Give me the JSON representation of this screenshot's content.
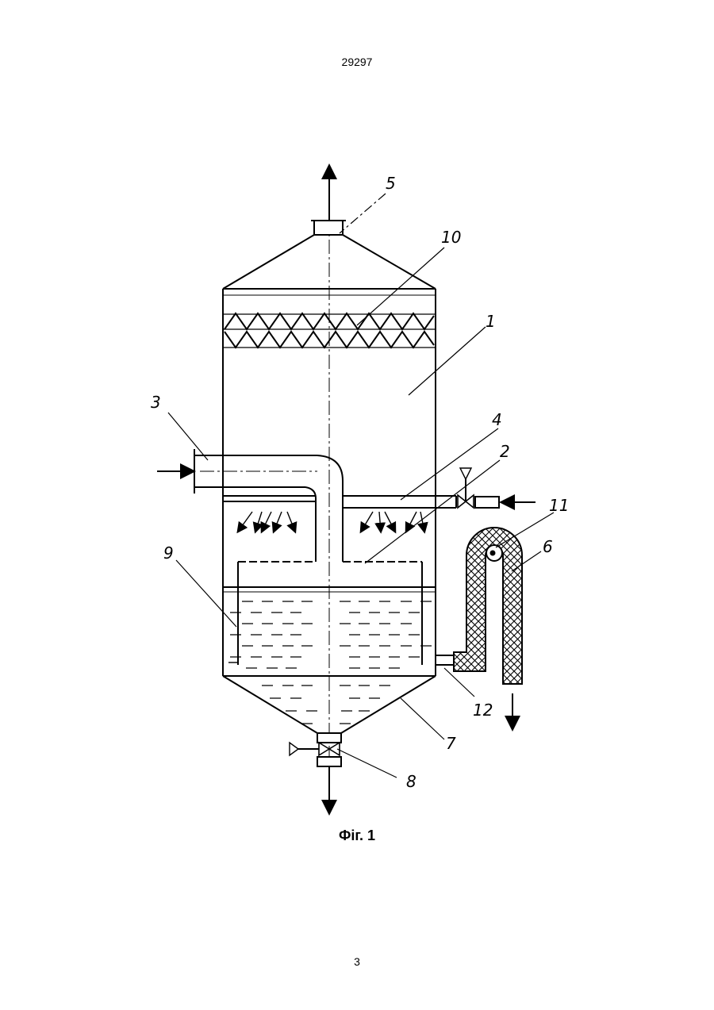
{
  "header": {
    "doc_number": "29297"
  },
  "figure": {
    "caption": "Фіг. 1",
    "labels": {
      "l1": "1",
      "l2": "2",
      "l3": "3",
      "l4": "4",
      "l5": "5",
      "l6": "6",
      "l7": "7",
      "l8": "8",
      "l9": "9",
      "l10": "10",
      "l11": "11",
      "l12": "12"
    }
  },
  "footer": {
    "page_number": "3"
  }
}
